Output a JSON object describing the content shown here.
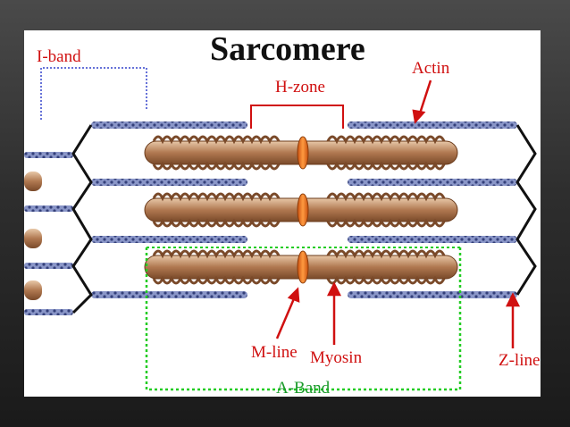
{
  "diagram": {
    "title": "Sarcomere",
    "labels": {
      "i_band": "I-band",
      "h_zone": "H-zone",
      "actin": "Actin",
      "m_line": "M-line",
      "myosin": "Myosin",
      "z_line": "Z-line",
      "a_band": "A-Band"
    },
    "colors": {
      "label_red": "#d01010",
      "a_band_green": "#22cc22",
      "i_band_blue": "#3344cc",
      "actin_blue": "#4a5a9a",
      "myosin_brown": "#b07850",
      "m_line_orange": "#e87828",
      "z_line_black": "#111111"
    }
  }
}
